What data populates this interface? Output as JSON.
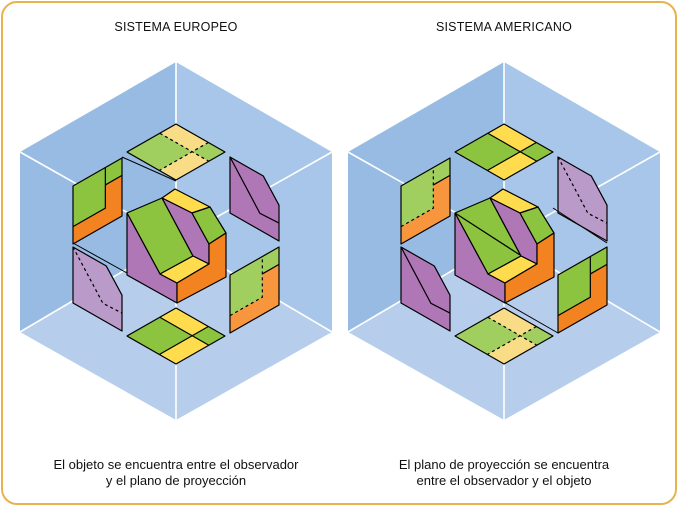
{
  "european": {
    "title": "SISTEMA EUROPEO",
    "caption_line1": "El objeto se encuentra entre el observador",
    "caption_line2": "y el plano de proyección"
  },
  "american": {
    "title": "SISTEMA AMERICANO",
    "caption_line1": "El plano de proyección se encuentra",
    "caption_line2": "entre el observador y el objeto"
  },
  "colors": {
    "frame": "#e8b24e",
    "wall_left": "#97bbe3",
    "wall_right": "#a8c6e9",
    "wall_floor": "#b6ceec",
    "green": "#8cc43f",
    "yellow": "#fedc4e",
    "purple": "#b077b7",
    "orange": "#f28320",
    "green_light": "#a0cf60",
    "yellow_light": "#f8dc86",
    "purple_light": "#b99ac9",
    "orange_light": "#f7963c"
  }
}
